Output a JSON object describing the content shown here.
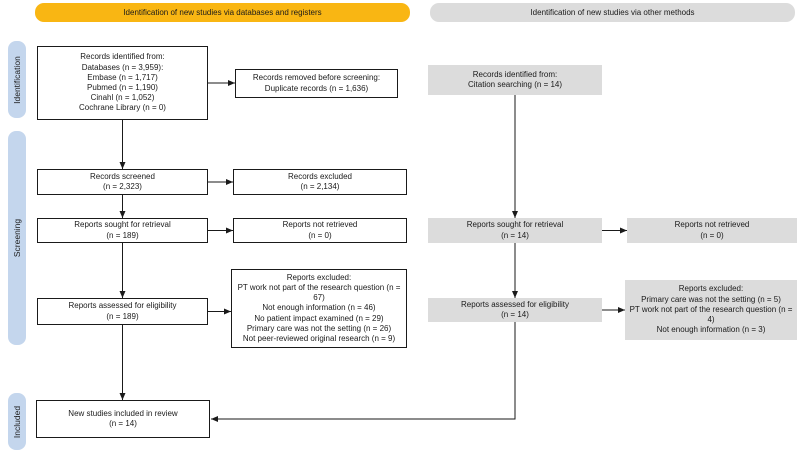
{
  "colors": {
    "header_left": "#F9B613",
    "header_right": "#DCDCDC",
    "sidebar": "#C4D6ED",
    "gray_box": "#DCDCDC"
  },
  "headers": {
    "left": "Identification of new studies via databases and registers",
    "right": "Identification of new studies via other methods"
  },
  "sidebar": {
    "identification": "Identification",
    "screening": "Screening",
    "included": "Included"
  },
  "boxes": {
    "records_identified_databases": "Records identified from:\nDatabases (n = 3,959):\nEmbase (n = 1,717)\nPubmed (n = 1,190)\nCinahl (n = 1,052)\nCochrane Library (n = 0)",
    "records_removed": "Records removed before screening:\nDuplicate records (n = 1,636)",
    "records_screened": "Records screened\n(n = 2,323)",
    "records_excluded": "Records excluded\n(n = 2,134)",
    "reports_sought_databases": "Reports sought for retrieval\n(n = 189)",
    "reports_not_retrieved_databases": "Reports not retrieved\n(n = 0)",
    "reports_assessed_databases": "Reports assessed for eligibility\n(n = 189)",
    "reports_excluded_databases": "Reports excluded:\nPT work not part of the research question (n = 67)\nNot enough information (n = 46)\nNo patient impact examined (n = 29)\nPrimary care was not the setting (n = 26)\nNot peer-reviewed original research (n = 9)",
    "records_identified_citation": "Records identified from:\nCitation searching (n = 14)",
    "reports_sought_other": "Reports sought for retrieval\n(n = 14)",
    "reports_not_retrieved_other": "Reports not retrieved\n(n = 0)",
    "reports_assessed_other": "Reports assessed for eligibility\n(n = 14)",
    "reports_excluded_other": "Reports excluded:\nPrimary care was not the setting (n = 5)\nPT work not part of the research question (n = 4)\nNot enough information (n = 3)",
    "included": "New studies included in review\n(n = 14)"
  }
}
